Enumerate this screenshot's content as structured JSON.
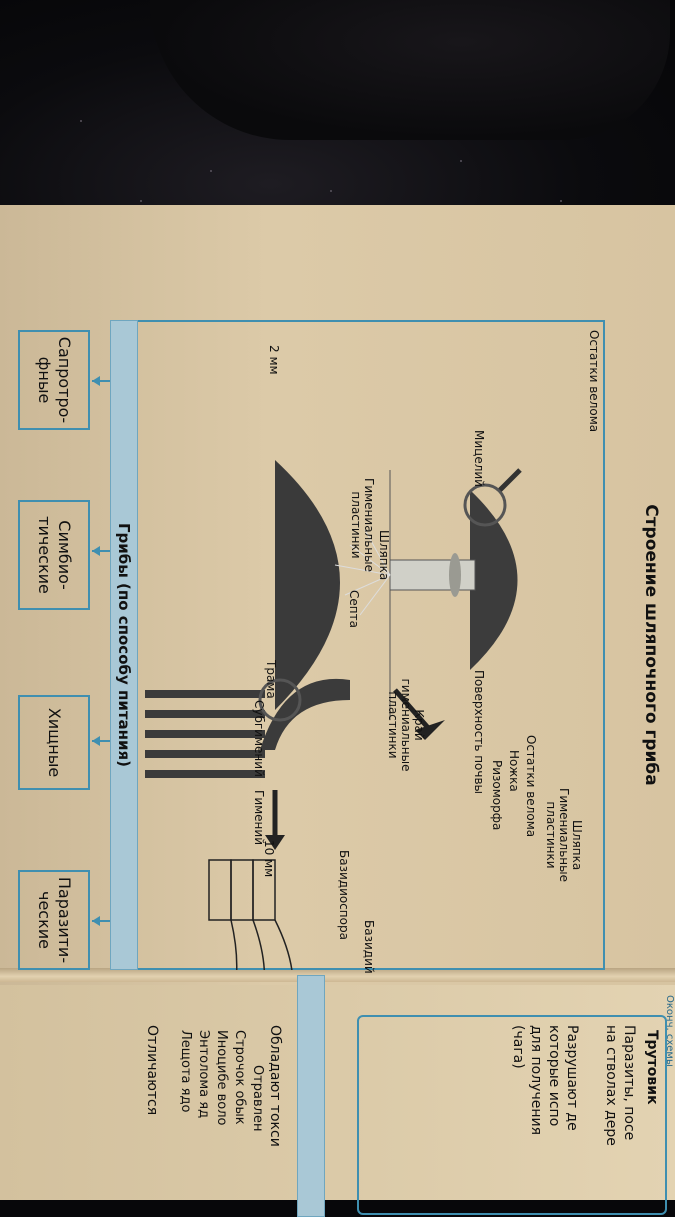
{
  "title": "Строение шляпочного гриба",
  "labels": {
    "shlyapka_top": "Шляпка",
    "gimen_plast": "Гимениальные пластинки",
    "ostatki_veloma_left": "Остатки велома",
    "ostatki_veloma_right": "Остатки велома",
    "nozhka": "Ножка",
    "rizomorfa": "Ризоморфа",
    "poverkhnost": "Поверхность почвы",
    "micelii": "Мицелий",
    "shlyapka_mid": "Шляпка",
    "gimen_plast_mid": "Гимениальные пластинки",
    "septa": "Септа",
    "kray": "Край гимениальные пластинки",
    "trama": "Трама",
    "subgimenii": "Субгимений",
    "gimenii": "Гимений",
    "bazidiospora": "Базидиоспора",
    "bazidii": "Базидий",
    "scale_2mm": "2 мм",
    "scale_10mm": "10 мм"
  },
  "band": "Грибы (по способу питания)",
  "categories": [
    "Сапротро-фные",
    "Симбио-тические",
    "Хищные",
    "Паразити-ческие"
  ],
  "next_page": {
    "okonch": "Оконч. схемы",
    "trutoviki": "Трутовик",
    "parazity": "Паразиты, посе",
    "na_stvolakh": "на стволах дере",
    "razrushayut": "Разрушают де",
    "kotorye": "которые испо",
    "dlya": "для получения",
    "chaga": "(чага)",
    "obladayut": "Обладают токси",
    "otravlen": "Отравлен",
    "item1": "Строчок обык",
    "item2": "Иноцибе воло",
    "item3": "Энтолома яд",
    "item4": "Лещота ядо",
    "otlichayutsya": "Отличаются"
  },
  "colors": {
    "accent": "#3f8fb0",
    "band": "#a9c8d6"
  }
}
